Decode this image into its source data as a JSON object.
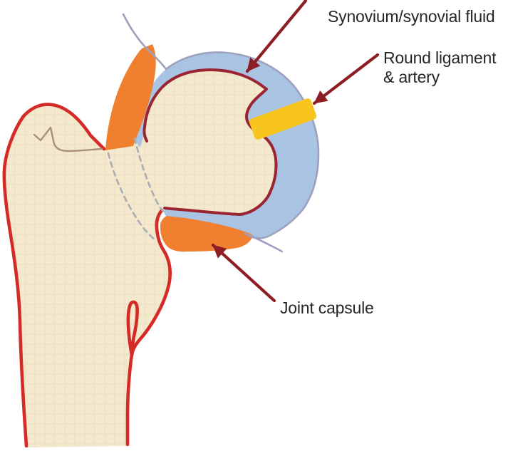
{
  "annotations": {
    "synovium": {
      "text": "Synovium/synovial fluid"
    },
    "round_ligament": {
      "text_line1": "Round ligament",
      "text_line2": "& artery"
    },
    "joint_capsule": {
      "text": "Joint capsule"
    }
  },
  "colors": {
    "background": "#ffffff",
    "bone": "#f4e8cd",
    "bone_outline": "#d42a28",
    "cartilage_outline": "#9b2433",
    "synovium_blue": "#a9c3e3",
    "capsule_orange": "#f08030",
    "ligament_yellow": "#f7c51e",
    "acetabulum_gray": "#9da1bd",
    "physis_dash_gray": "#a9aeb4",
    "apophysis_brown": "#a8907c",
    "arrow_red": "#8c1e24",
    "text": "#262626"
  }
}
